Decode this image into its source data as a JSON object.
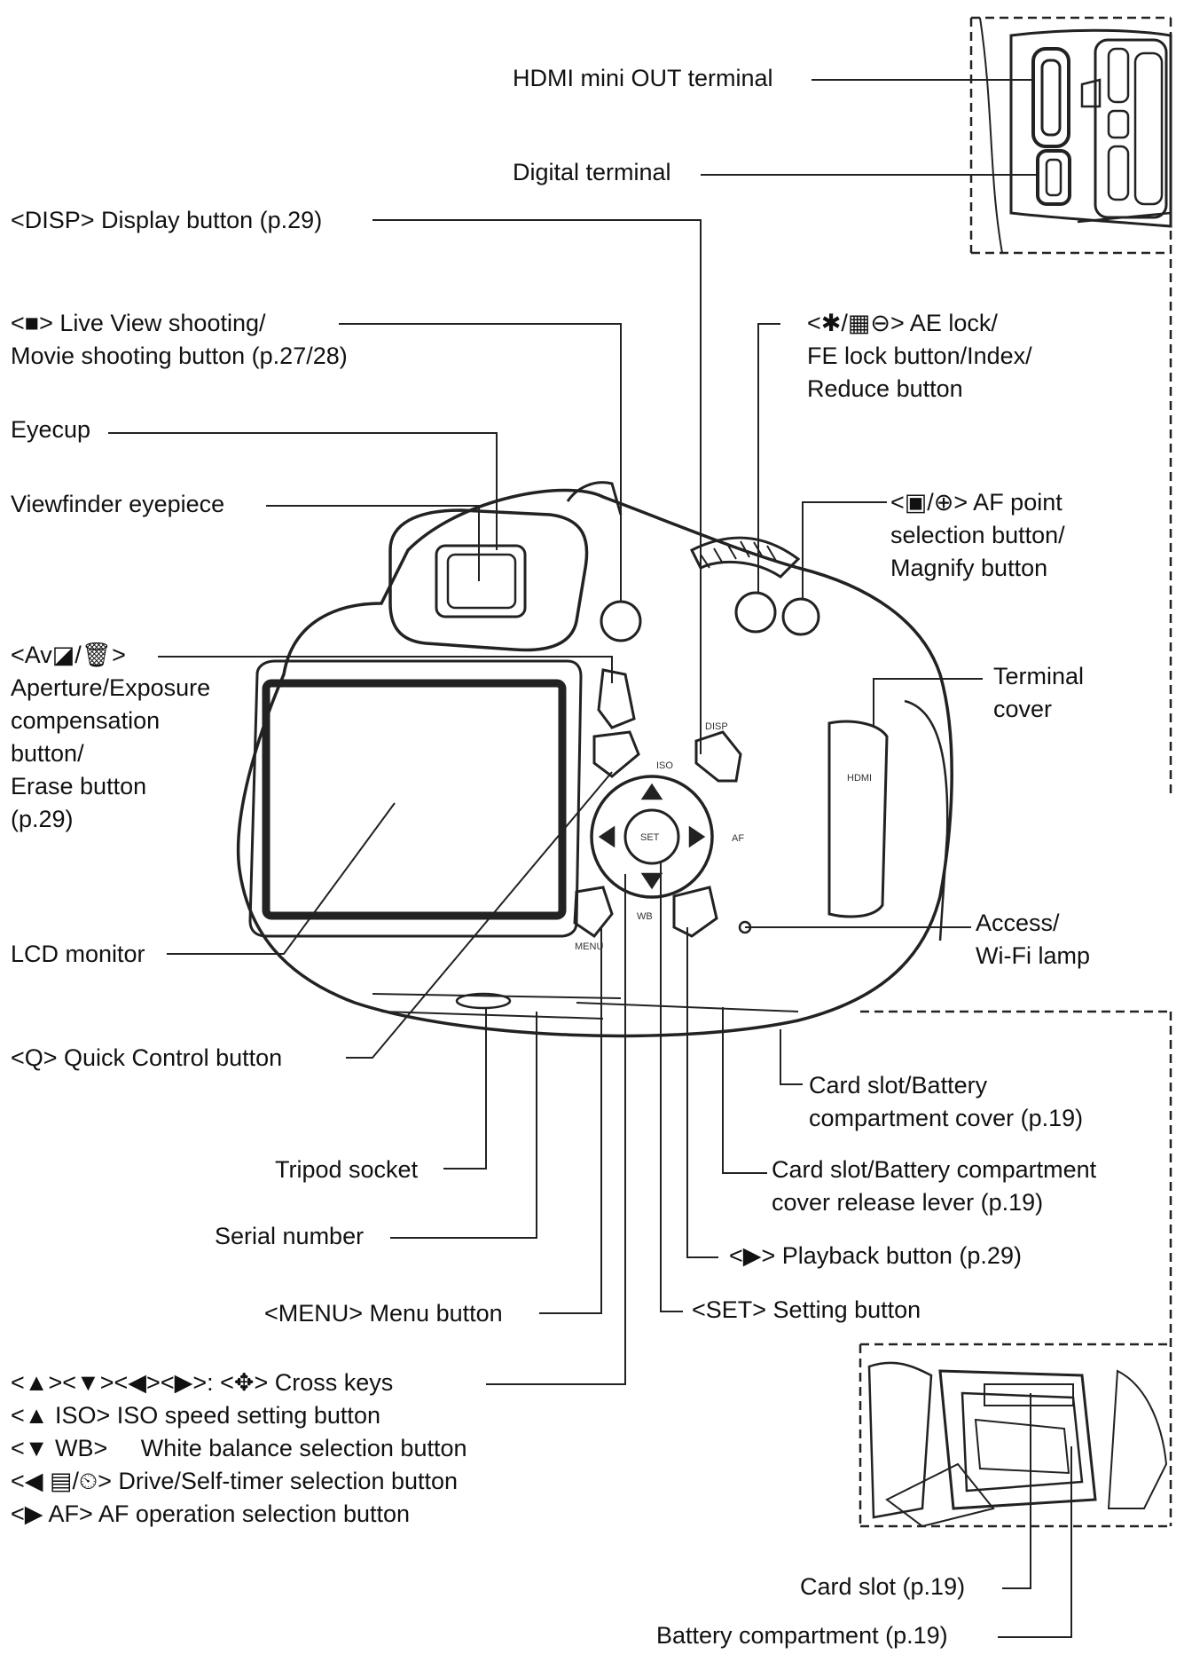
{
  "labels": {
    "hdmi": "HDMI mini OUT terminal",
    "digital": "Digital terminal",
    "disp": "<DISP> Display button (p.29)",
    "liveview_1": "<■> Live View shooting/",
    "liveview_2": "Movie shooting button (p.27/28)",
    "eyecup": "Eyecup",
    "viewfinder": "Viewfinder eyepiece",
    "av_1": "<Av◪/🗑>",
    "av_2": "Aperture/Exposure",
    "av_3": "compensation",
    "av_4": "button/",
    "av_5": "Erase button",
    "av_6": "(p.29)",
    "lcd": "LCD monitor",
    "q": "<Q> Quick Control button",
    "tripod": "Tripod socket",
    "serial": "Serial number",
    "menu": "<MENU> Menu button",
    "cross_1": "<▲><▼><◀><▶>: <✥> Cross keys",
    "cross_2": "<▲ ISO> ISO speed setting button",
    "cross_3": "<▼ WB>     White balance selection button",
    "cross_4": "<◀ ▤/⏲> Drive/Self-timer selection button",
    "cross_5": "<▶ AF> AF operation selection button",
    "ae_1": "<✱/▦⊖> AE lock/",
    "ae_2": "FE lock button/Index/",
    "ae_3": "Reduce button",
    "af_1": "<▣/⊕> AF point",
    "af_2": "selection button/",
    "af_3": "Magnify button",
    "terminal_1": "Terminal",
    "terminal_2": "cover",
    "access_1": "Access/",
    "access_2": "Wi-Fi lamp",
    "cardcover_1": "Card slot/Battery",
    "cardcover_2": "compartment cover (p.19)",
    "release_1": "Card slot/Battery compartment",
    "release_2": "cover release lever (p.19)",
    "playback": "<▶> Playback button (p.29)",
    "setting": "<SET> Setting button",
    "cardslot": "Card slot (p.19)",
    "battery": "Battery compartment (p.19)"
  },
  "camera_markings": {
    "set": "SET",
    "disp": "DISP",
    "iso": "ISO",
    "af": "AF",
    "wb": "WB",
    "menu": "MENU",
    "hdmi": "HDMI"
  }
}
